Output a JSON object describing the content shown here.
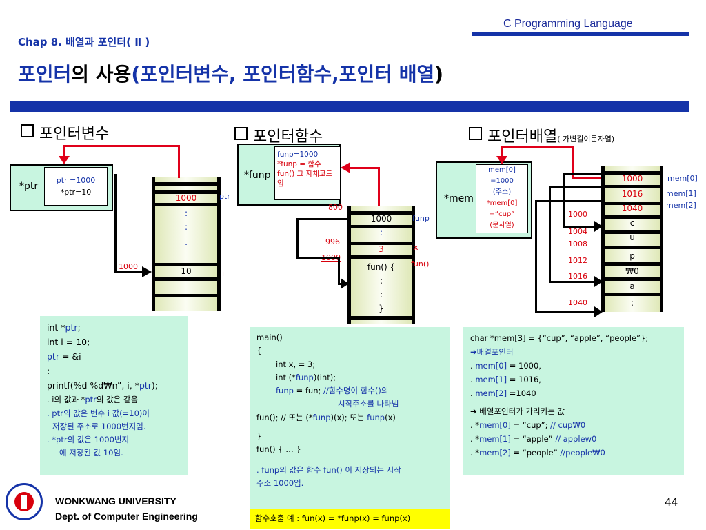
{
  "header": {
    "course": "C Programming Language",
    "chapter": "Chap 8. 배열과 포인터( Ⅱ )",
    "title_blue_1": "포인터",
    "title_black_1": "의 사용",
    "title_blue_2": "(포인터변수, 포인터함수,포인터 배열",
    "title_black_2": ")"
  },
  "sections": {
    "ptr_var": "포인터변수",
    "ptr_func": "포인터함수",
    "ptr_arr": "포인터배열",
    "ptr_arr_note": "( 가변길이문자열)"
  },
  "diag1": {
    "box_label": "*ptr",
    "note_1": "ptr =1000",
    "note_2": "*ptr=10",
    "cell_1000": "1000",
    "ptr_label": "ptr",
    "dots": [
      ":",
      ":",
      "."
    ],
    "addr": "1000",
    "cell_10": "10",
    "i_label": "i"
  },
  "diag2": {
    "box_label": "*funp",
    "note_1": "funp=1000",
    "note_2": "*funp = 함수 fun() 그 자체코드임",
    "addr_800": "800",
    "cell_1000": "1000",
    "funp_label": "funp",
    "colon": ":",
    "addr_996": "996",
    "cell_3": "3",
    "x_label": "x",
    "addr_1000": "1000",
    "fun_label": "fun()",
    "code": [
      "fun() {",
      ":",
      ":",
      "}"
    ]
  },
  "diag3": {
    "box_label": "*mem",
    "note": [
      "mem[0]",
      "=1000",
      "(주소)",
      "*mem[0]",
      "=“cup”",
      "(문자열)"
    ],
    "cells": [
      "1000",
      "1016",
      "1040",
      "c",
      "u",
      "p",
      "₩0",
      "a",
      ":"
    ],
    "addrs": [
      "1000",
      "1004",
      "1008",
      "1012",
      "1016",
      "1040"
    ],
    "right_labels": [
      "mem[0]",
      "mem[1]",
      "mem[2]"
    ]
  },
  "code_left": {
    "line1_a": "int *",
    "line1_b": "ptr",
    "line1_c": ";",
    "line2": "int i = 10;",
    "line3_a": "ptr",
    "line3_b": " = &i",
    "line4": ":",
    "line5_a": "printf(%d  %d₩n”, i, *",
    "line5_b": "ptr",
    "line5_c": ");",
    "line6_a": ". i의 값과 *",
    "line6_b": "ptr",
    "line6_c": "의 값은 같음",
    "line7": ". ptr의 값은  변수 i  값(=10)이",
    "line8": "저장된 주소로 1000번지임.",
    "line9": ". *ptr의 값은  1000번지",
    "line10": "에 저장된 값 10임."
  },
  "code_mid": {
    "l1": "main()",
    "l2": "{",
    "l3": "int x, = 3;",
    "l4_a": "int (*",
    "l4_b": "funp",
    "l4_c": ")(int);",
    "l5_a": "funp",
    "l5_b": " = fun; ",
    "l5_c": "//함수명이 함수()의",
    "l6": "시작주소를 나타냄",
    "l7_a": "fun(); // 또는  (*",
    "l7_b": "funp",
    "l7_c": ")(x);  또는 ",
    "l7_d": "funp",
    "l7_e": "(x)",
    "l8": "}",
    "l9": "fun() { … }",
    "l10": ". funp의 값은 함수 fun() 이 저장되는 시작",
    "l11": "주소 1000임.",
    "call": "함수호출 예 : fun(x) = *funp(x) = funp(x)"
  },
  "code_right": {
    "l1": "char *mem[3] = {“cup”, “apple”, “people”};",
    "l2": "➔배열포인터",
    "l3_a": " .  ",
    "l3_b": "mem[0]",
    "l3_c": " = 1000,",
    "l4_a": " .  ",
    "l4_b": "mem[1]",
    "l4_c": " = 1016,",
    "l5_a": " .  ",
    "l5_b": "mem[2]",
    "l5_c": " =1040",
    "l6": "➔ 배열포인터가 가리키는 값",
    "l7_a": ". *",
    "l7_b": "mem[0]",
    "l7_c": " = “cup”;     ",
    "l7_d": "// cup₩0",
    "l8_a": ". *",
    "l8_b": "mem[1]",
    "l8_c": " = “apple”   ",
    "l8_d": "// applew0",
    "l9_a": ". *",
    "l9_b": "mem[2]",
    "l9_c": " = “people” ",
    "l9_d": "//people₩0"
  },
  "footer": {
    "univ": "WONKWANG UNIVERSITY",
    "dept": "Dept. of Computer  Engineering",
    "page": "44"
  },
  "colors": {
    "accent": "#1533a8",
    "red": "#d8000c",
    "green_box": "#c8f5e0",
    "yellow": "#ffff00"
  }
}
